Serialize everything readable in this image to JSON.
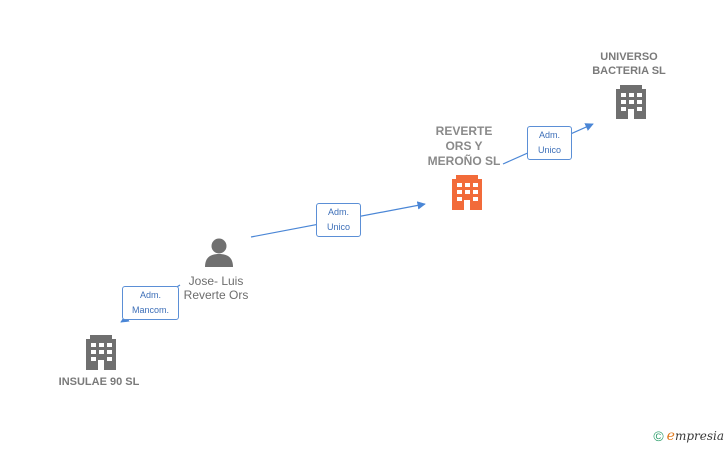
{
  "colors": {
    "focus_building": "#f26b3a",
    "building": "#6f6f6f",
    "person": "#707070",
    "edge": "#4a86d6",
    "brand_green": "#2d9e6b"
  },
  "nodes": [
    {
      "id": "reverte",
      "type": "company",
      "focus": true,
      "lines": [
        "REVERTE",
        "ORS Y",
        "MEROÑO  SL"
      ]
    },
    {
      "id": "universo",
      "type": "company",
      "focus": false,
      "lines": [
        "UNIVERSO",
        "BACTERIA  SL"
      ]
    },
    {
      "id": "jose",
      "type": "person",
      "focus": false,
      "lines": [
        "Jose- Luis",
        "Reverte Ors"
      ]
    },
    {
      "id": "insulae",
      "type": "company",
      "focus": false,
      "lines": [
        "INSULAE 90  SL"
      ]
    }
  ],
  "edges": [
    {
      "from": "jose",
      "to": "reverte",
      "lines": [
        "Adm.",
        "Unico"
      ]
    },
    {
      "from": "reverte",
      "to": "universo",
      "lines": [
        "Adm.",
        "Unico"
      ]
    },
    {
      "from": "jose",
      "to": "insulae",
      "lines": [
        "Adm.",
        "Mancom."
      ]
    }
  ],
  "footer": {
    "copyright_symbol": "©",
    "brand_initial": "e",
    "brand_rest": "mpresia"
  }
}
